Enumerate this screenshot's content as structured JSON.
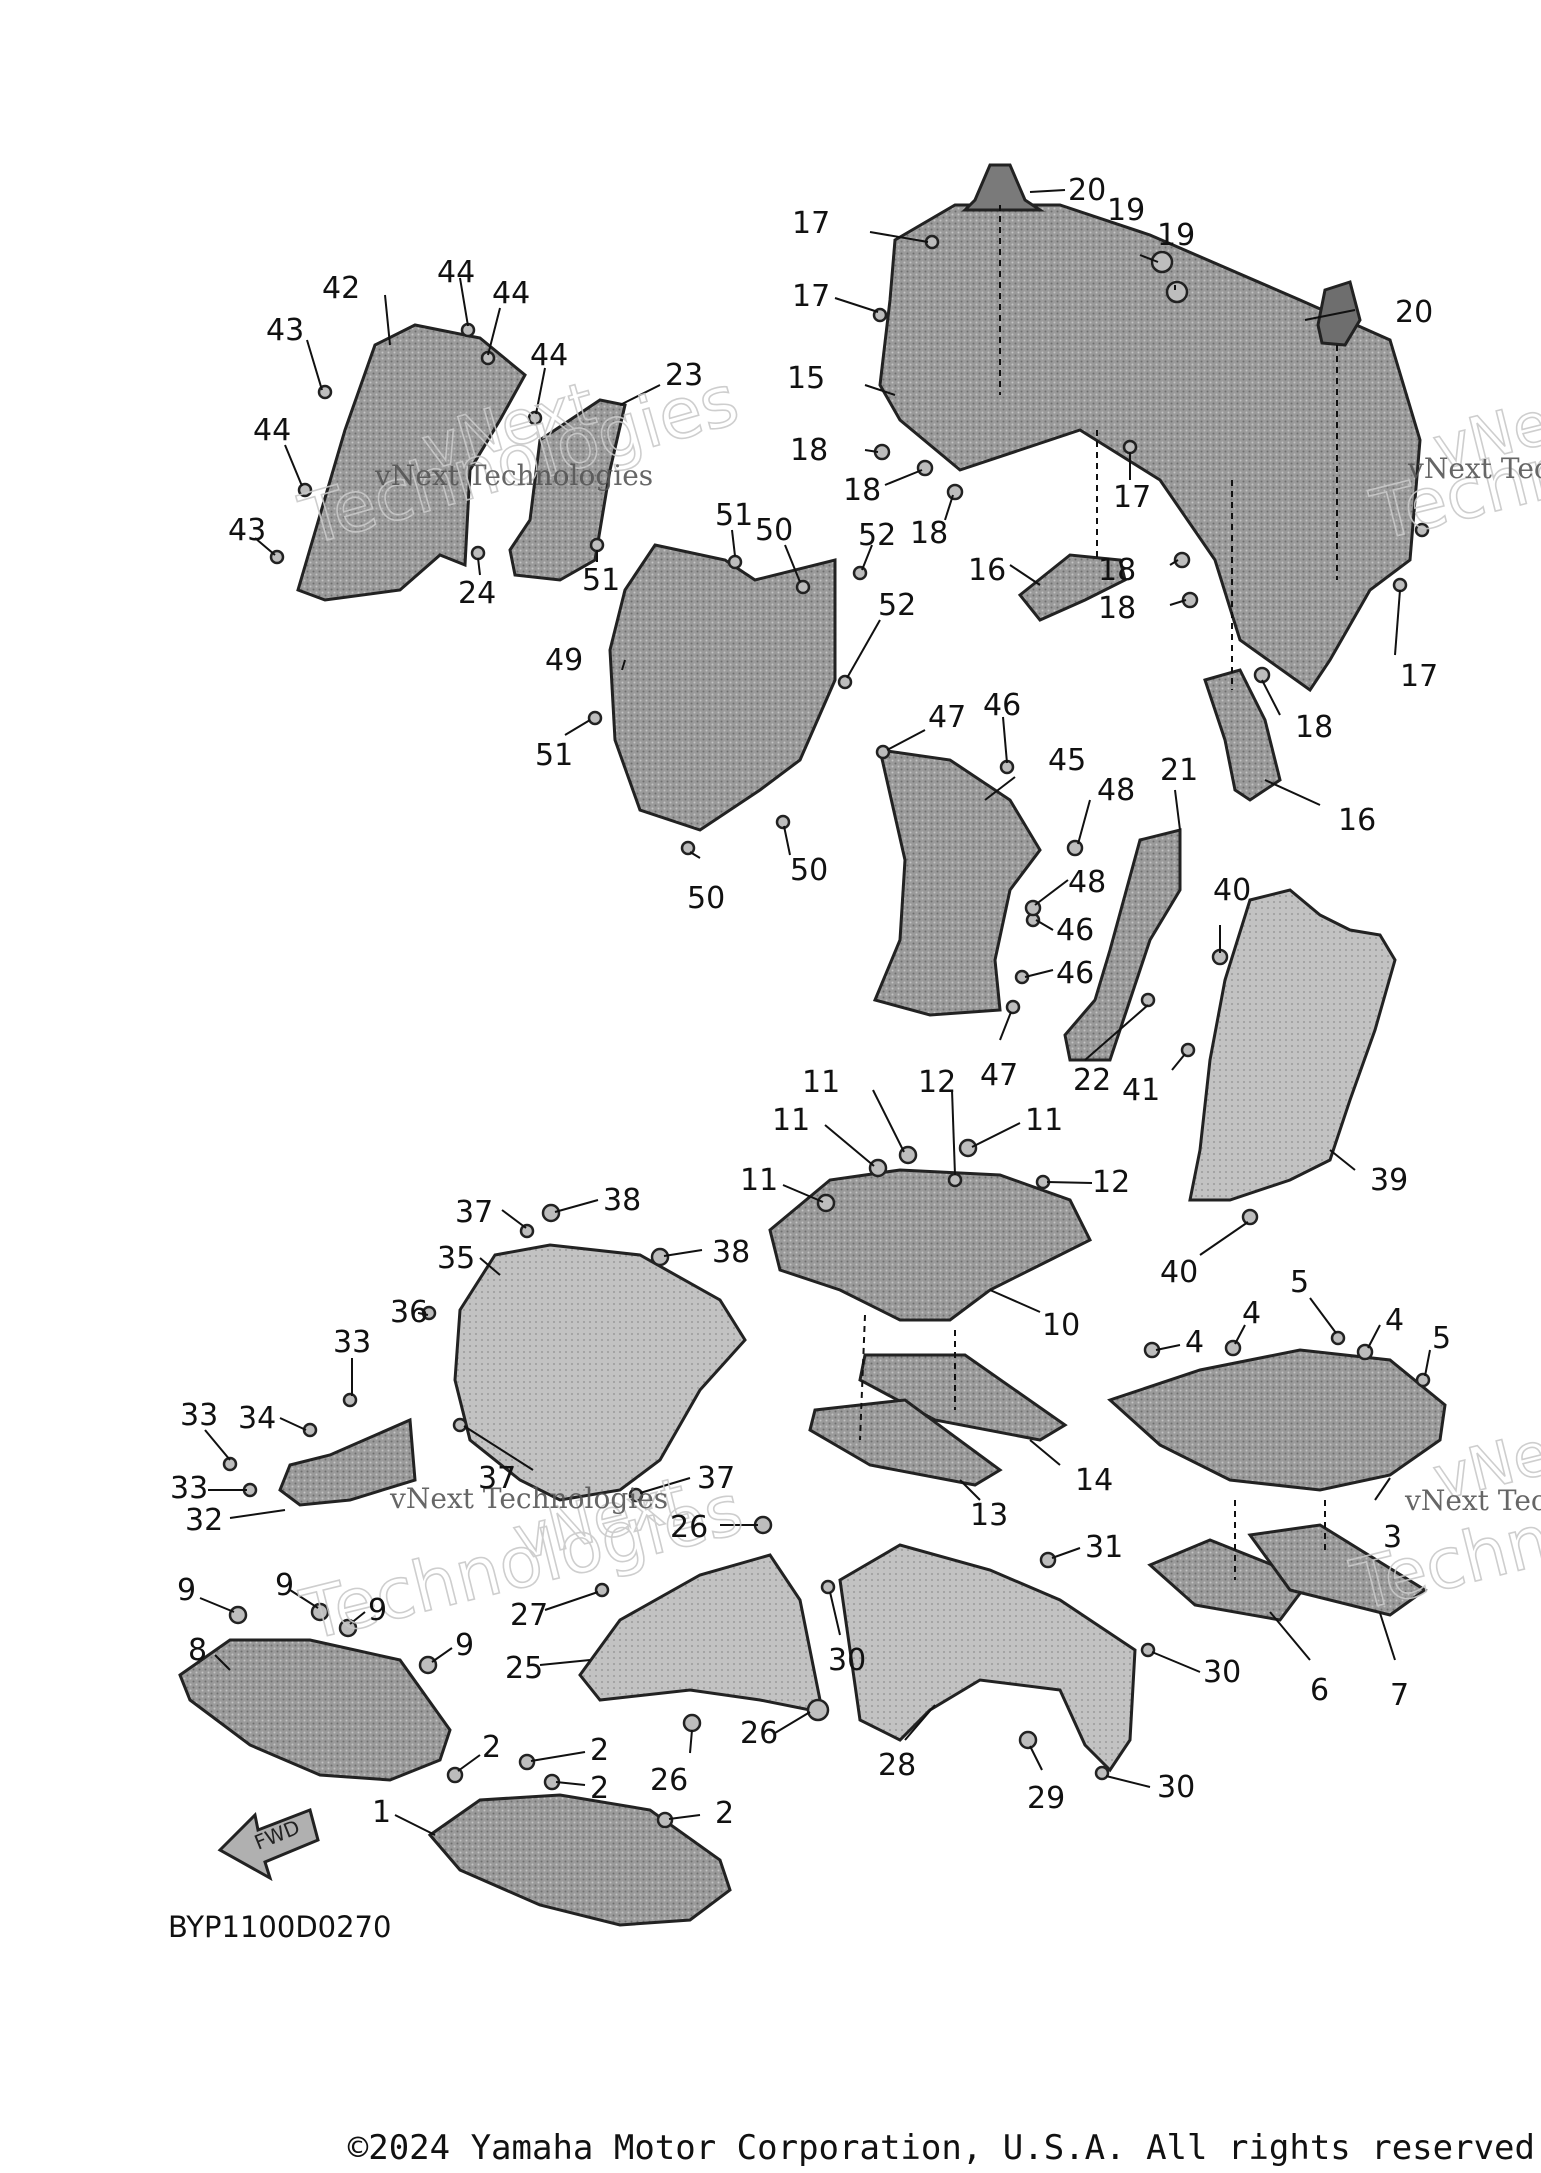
{
  "colors": {
    "part_fill": "#8f8f8f",
    "part_fill_light": "#b7b7b7",
    "part_dark": "#4a4a4a",
    "outline": "#222222"
  },
  "watermark": {
    "line1": "vNext Technologies",
    "line2": "Technologies",
    "line3": "vNext"
  },
  "direction_arrow": {
    "label": "FWD"
  },
  "diagram_code": "BYP1100D0270",
  "copyright": "©2024 Yamaha Motor Corporation, U.S.A. All rights reserved",
  "callouts": [
    "1",
    "2",
    "3",
    "4",
    "5",
    "6",
    "7",
    "8",
    "9",
    "10",
    "11",
    "12",
    "13",
    "14",
    "15",
    "16",
    "17",
    "18",
    "19",
    "20",
    "21",
    "22",
    "23",
    "24",
    "25",
    "26",
    "27",
    "28",
    "29",
    "30",
    "31",
    "32",
    "33",
    "34",
    "35",
    "36",
    "37",
    "38",
    "39",
    "40",
    "41",
    "42",
    "43",
    "44",
    "45",
    "46",
    "47",
    "48",
    "49",
    "50",
    "51",
    "52"
  ]
}
